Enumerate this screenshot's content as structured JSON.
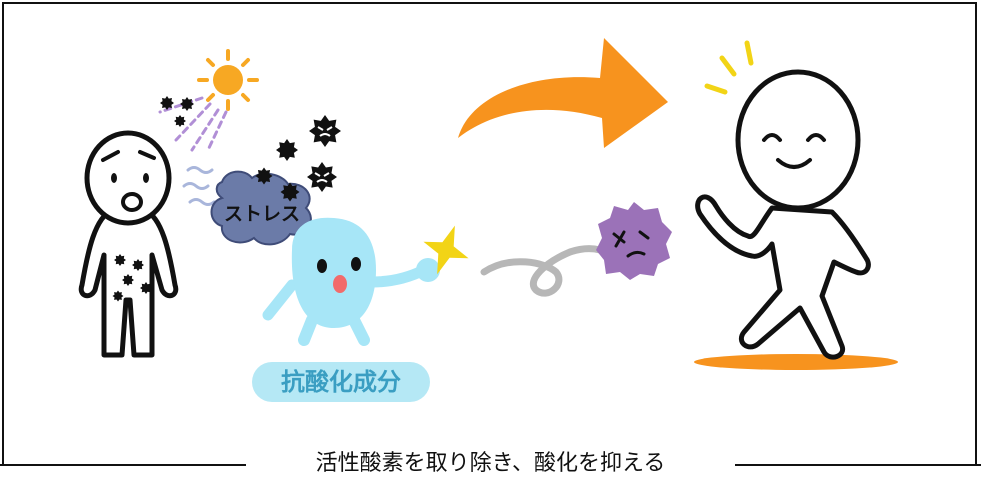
{
  "labels": {
    "stress": "ストレス",
    "antioxidant": "抗酸化成分",
    "caption": "活性酸素を取り除き、酸化を抑える"
  },
  "colors": {
    "arrow": "#F7931E",
    "cloud": "#6B7BA8",
    "droplet": "#A7E6F7",
    "badge": "#B5E8F5",
    "badge_text": "#3A9EC2",
    "radical": "#9B72B8",
    "sparkle": "#F2D416",
    "sun": "#F7A823",
    "ground": "#F7931E",
    "outline": "#111111"
  },
  "icons": {
    "tired-person": "tired-person-icon",
    "sun": "sun-icon",
    "free-radical": "free-radical-icon",
    "stress-cloud": "stress-cloud-icon",
    "antioxidant-character": "antioxidant-character-icon",
    "sparkle": "sparkle-icon",
    "defeated-radical": "defeated-radical-icon",
    "arrow": "arrow-icon",
    "happy-person": "happy-walking-person-icon"
  }
}
